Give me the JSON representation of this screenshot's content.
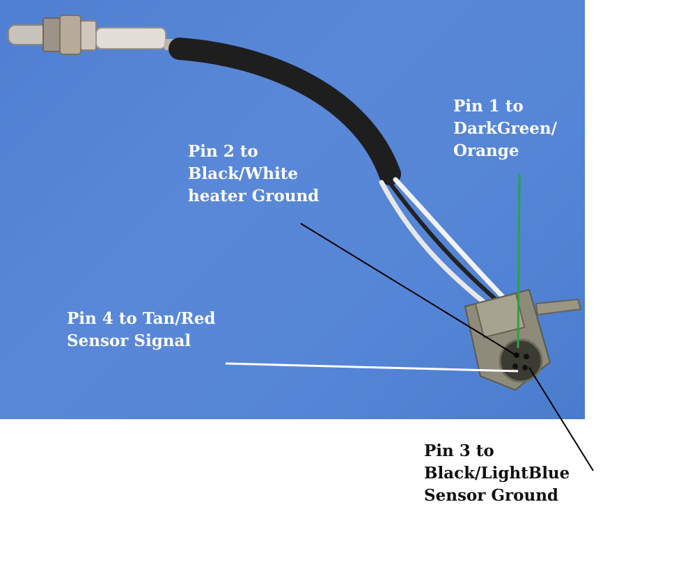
{
  "labels": {
    "pin1": {
      "lines": [
        "Pin 1 to",
        "DarkGreen/",
        "Orange"
      ]
    },
    "pin2": {
      "lines": [
        "Pin 2 to",
        "Black/White",
        "heater Ground"
      ]
    },
    "pin3": {
      "lines": [
        "Pin 3 to",
        "Black/LightBlue",
        "Sensor Ground"
      ]
    },
    "pin4": {
      "lines": [
        "Pin 4 to Tan/Red",
        "Sensor Signal"
      ]
    }
  },
  "colors": {
    "background_blue": "#5585d6",
    "pin1_leader": "#22aa33",
    "pin2_leader": "#000000",
    "pin3_leader": "#000000",
    "pin4_leader": "#ffffff"
  }
}
